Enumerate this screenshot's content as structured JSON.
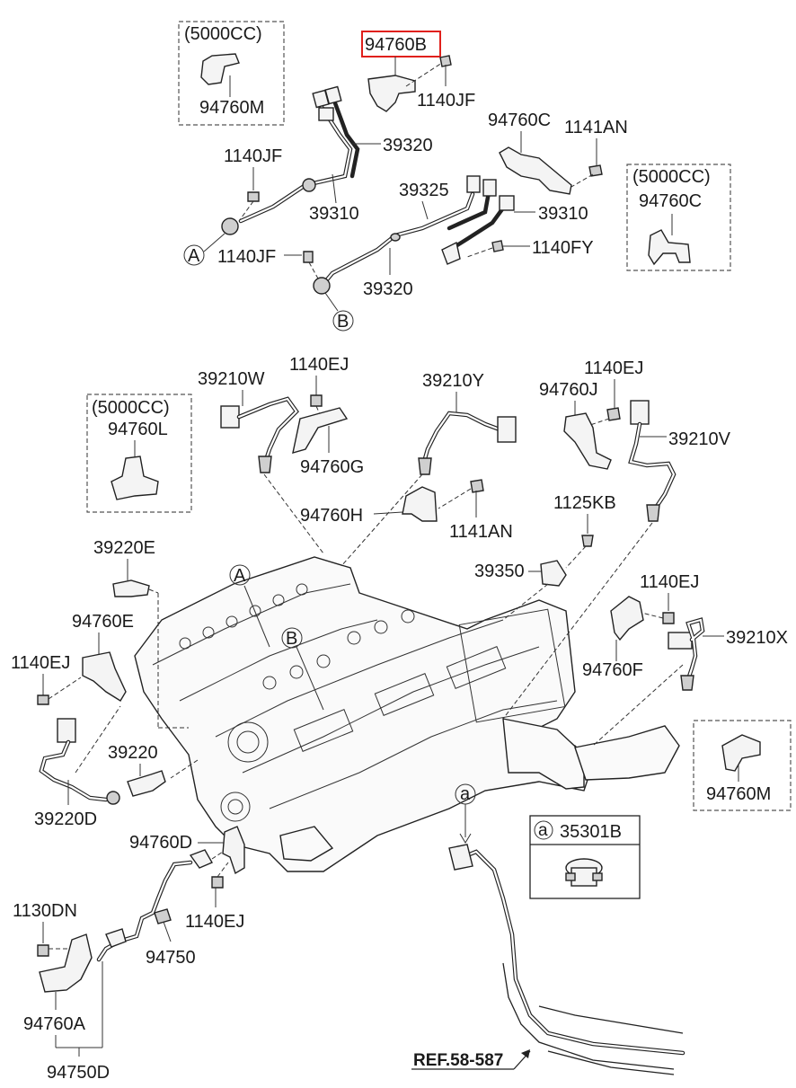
{
  "labels": {
    "box_top_left_variant": "(5000CC)",
    "box_top_left_part": "94760M",
    "highlighted_part": "94760B",
    "bolt_top": "1140JF",
    "wire_39320_top": "39320",
    "wire_39310_left": "39310",
    "bolt_1140jf_mid": "1140JF",
    "bracket_94760c": "94760C",
    "bolt_1141an_top": "1141AN",
    "box_top_right_variant": "(5000CC)",
    "box_top_right_part": "94760C",
    "wire_39325": "39325",
    "wire_39310_right": "39310",
    "bolt_1140fy": "1140FY",
    "bolt_1140jf_low": "1140JF",
    "wire_39320_low": "39320",
    "callout_a_top": "A",
    "callout_b_top": "B",
    "sensor_39210w": "39210W",
    "bolt_1140ej_w": "1140EJ",
    "bracket_94760g": "94760G",
    "sensor_39210y": "39210Y",
    "bolt_1140ej_j": "1140EJ",
    "bracket_94760j": "94760J",
    "sensor_39210v": "39210V",
    "box_mid_left_variant": "(5000CC)",
    "box_mid_left_part": "94760L",
    "bracket_94760h": "94760H",
    "bolt_1141an_mid": "1141AN",
    "bolt_1125kb": "1125KB",
    "sensor_39350": "39350",
    "sensor_39220e": "39220E",
    "callout_a_engine": "A",
    "callout_b_engine": "B",
    "bracket_94760e": "94760E",
    "bolt_1140ej_e": "1140EJ",
    "bolt_1140ej_f": "1140EJ",
    "sensor_39210x": "39210X",
    "bracket_94760f": "94760F",
    "sensor_39220": "39220",
    "harness_39220d": "39220D",
    "box_right_part": "94760M",
    "callout_a_lower": "a",
    "inset_callout": "a",
    "inset_part": "35301B",
    "bracket_94760d": "94760D",
    "bolt_1130dn": "1130DN",
    "bolt_1140ej_d": "1140EJ",
    "sensor_94750": "94750",
    "bracket_94760a": "94760A",
    "harness_94750d": "94750D",
    "reference": "REF.58-587"
  },
  "colors": {
    "highlight_box": "#e0201c",
    "ink": "#1a1a1a",
    "background": "#ffffff"
  }
}
